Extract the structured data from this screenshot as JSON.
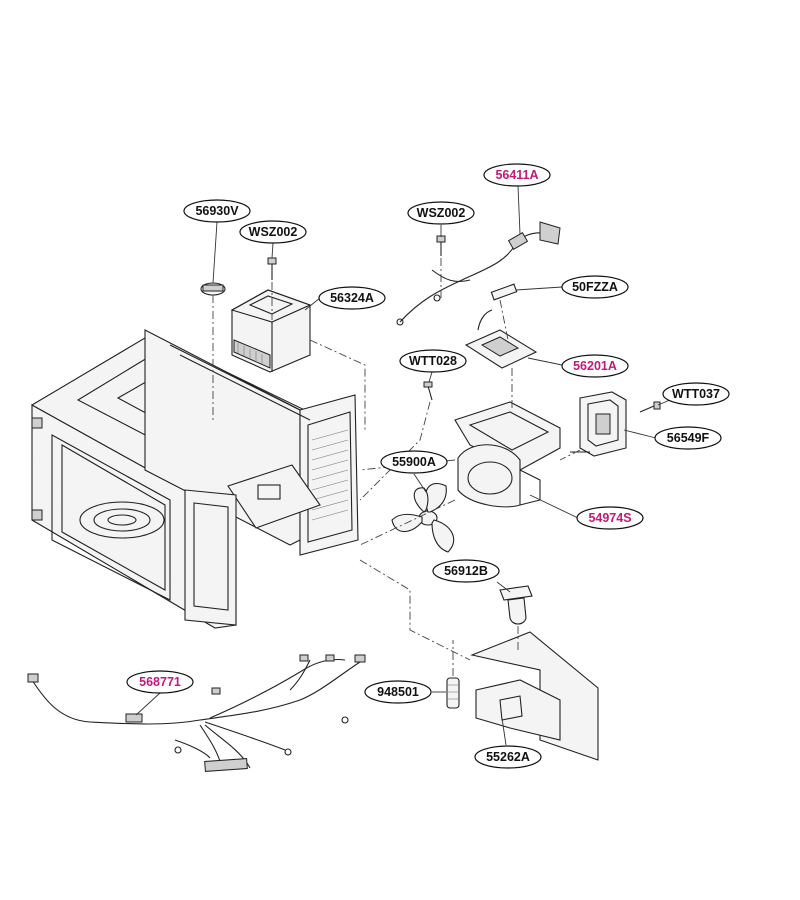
{
  "colors": {
    "default_label": "#111111",
    "highlight_label": "#c2187a"
  },
  "callouts": [
    {
      "id": "56930V",
      "label": "56930V",
      "highlight": false
    },
    {
      "id": "WSZ002-a",
      "label": "WSZ002",
      "highlight": false
    },
    {
      "id": "56324A",
      "label": "56324A",
      "highlight": false
    },
    {
      "id": "WSZ002-b",
      "label": "WSZ002",
      "highlight": false
    },
    {
      "id": "56411A",
      "label": "56411A",
      "highlight": true
    },
    {
      "id": "50FZZA",
      "label": "50FZZA",
      "highlight": false
    },
    {
      "id": "WTT028",
      "label": "WTT028",
      "highlight": false
    },
    {
      "id": "56201A",
      "label": "56201A",
      "highlight": true
    },
    {
      "id": "WTT037",
      "label": "WTT037",
      "highlight": false
    },
    {
      "id": "56549F",
      "label": "56549F",
      "highlight": false
    },
    {
      "id": "55900A",
      "label": "55900A",
      "highlight": false
    },
    {
      "id": "54974S",
      "label": "54974S",
      "highlight": true
    },
    {
      "id": "56912B",
      "label": "56912B",
      "highlight": false
    },
    {
      "id": "568771",
      "label": "568771",
      "highlight": true
    },
    {
      "id": "948501",
      "label": "948501",
      "highlight": false
    },
    {
      "id": "55262A",
      "label": "55262A",
      "highlight": false
    }
  ]
}
